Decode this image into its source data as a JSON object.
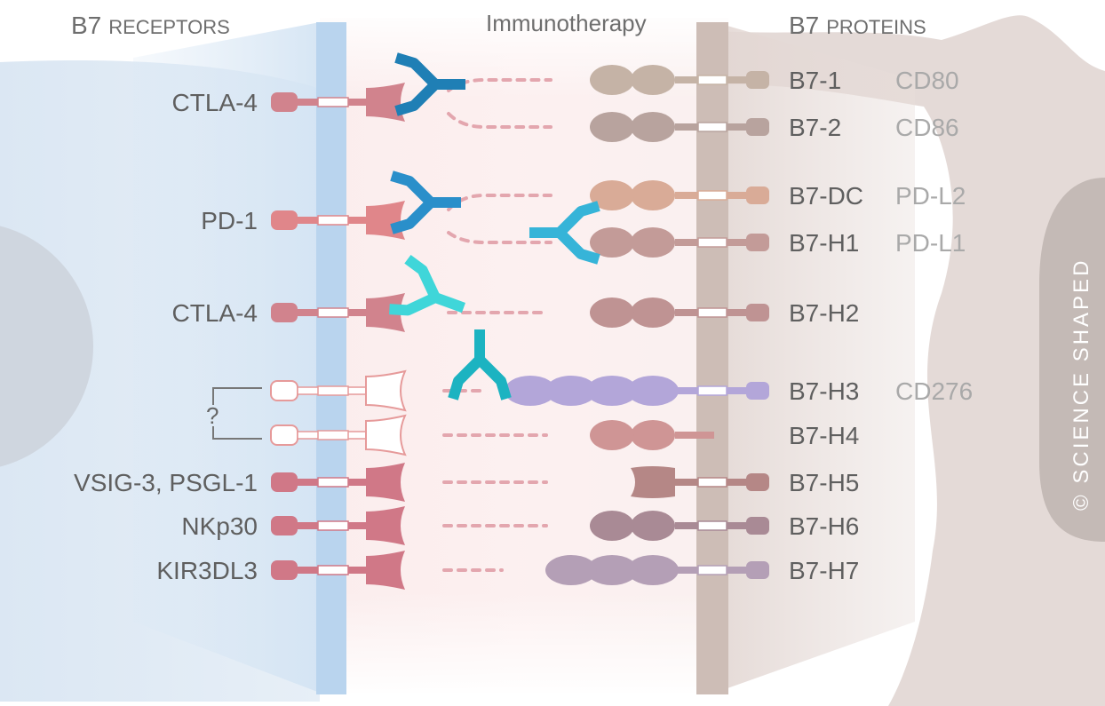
{
  "headers": {
    "receptors": "B7 RECEPTORS",
    "immunotherapy": "Immunotherapy",
    "proteins": "B7 PROTEINS",
    "question": "?",
    "watermark": "© SCIENCE SHAPED"
  },
  "receptors": [
    {
      "label": "CTLA-4",
      "style": "filled",
      "color": "#d1838d"
    },
    {
      "label": "PD-1",
      "style": "filled",
      "color": "#e0868a"
    },
    {
      "label": "CTLA-4",
      "style": "filled",
      "color": "#d1838d"
    },
    {
      "label": "",
      "style": "outline",
      "color": "#e69a9a"
    },
    {
      "label": "",
      "style": "outline",
      "color": "#e69a9a"
    },
    {
      "label": "VSIG-3, PSGL-1",
      "style": "filled",
      "color": "#d07887"
    },
    {
      "label": "NKp30",
      "style": "filled",
      "color": "#d07887"
    },
    {
      "label": "KIR3DL3",
      "style": "filled",
      "color": "#d07887"
    }
  ],
  "proteins": [
    {
      "label": "B7-1",
      "alias": "CD80",
      "color": "#c5b3a6",
      "domains": 2
    },
    {
      "label": "B7-2",
      "alias": "CD86",
      "color": "#b8a39e",
      "domains": 2
    },
    {
      "label": "B7-DC",
      "alias": "PD-L2",
      "color": "#d9ab97",
      "domains": 2
    },
    {
      "label": "B7-H1",
      "alias": "PD-L1",
      "color": "#c39b98",
      "domains": 2
    },
    {
      "label": "B7-H2",
      "alias": "",
      "color": "#bf9393",
      "domains": 2
    },
    {
      "label": "B7-H3",
      "alias": "CD276",
      "color": "#b3a6d9",
      "domains": 4
    },
    {
      "label": "B7-H4",
      "alias": "",
      "color": "#cf9595",
      "domains": 2
    },
    {
      "label": "B7-H5",
      "alias": "",
      "color": "#b58786",
      "domains": 1
    },
    {
      "label": "B7-H6",
      "alias": "",
      "color": "#a98a95",
      "domains": 2
    },
    {
      "label": "B7-H7",
      "alias": "",
      "color": "#b49fb6",
      "domains": 3
    }
  ],
  "antibodies": [
    {
      "target": "CTLA-4",
      "color": "#1f7fb5"
    },
    {
      "target": "PD-1",
      "color": "#2a8fca"
    },
    {
      "target": "B7-H1",
      "color": "#36b4d8"
    },
    {
      "target": "CTLA-4",
      "color": "#3fd6d9"
    },
    {
      "target": "B7-H3",
      "color": "#1cb3c1"
    }
  ],
  "colors": {
    "receptor_membrane": "#b8d3ee",
    "protein_membrane": "#c9b9b3",
    "t_cell": "#dfe9f3",
    "t_cell_nucleus": "#c9cfd8",
    "apc_cell": "#e3d9d6",
    "watermark_band": "#c4bab6",
    "interaction_line": "#e2a5ad"
  }
}
